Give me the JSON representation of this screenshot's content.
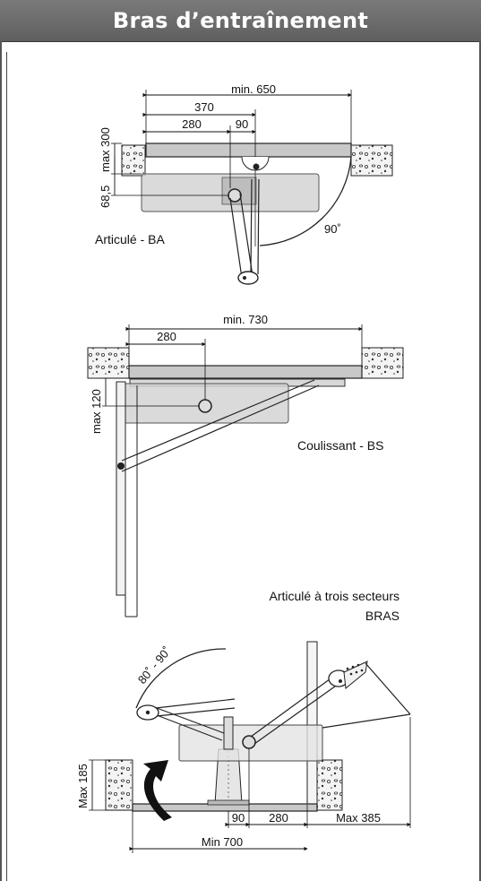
{
  "header": {
    "title": "Bras d’entraînement"
  },
  "diagram_ba": {
    "label": "Articulé - BA",
    "dims": {
      "overall": "min. 650",
      "d370": "370",
      "d280": "280",
      "d90": "90",
      "max300": "max 300",
      "d685": "68,5",
      "angle": "90˚"
    }
  },
  "diagram_bs": {
    "label": "Coulissant - BS",
    "dims": {
      "overall": "min. 730",
      "d280": "280",
      "max120": "max 120"
    }
  },
  "diagram_bras": {
    "label_line1": "Articulé à trois secteurs",
    "label_line2": "BRAS",
    "dims": {
      "angle": "80˚ - 90˚",
      "max185": "Max 185",
      "d90": "90",
      "d280": "280",
      "max385": "Max 385",
      "min700": "Min 700"
    }
  },
  "colors": {
    "header": "#6b6b6b",
    "rail": "#bdbdbd",
    "operator": "#c9c9c9",
    "ink": "#111111"
  }
}
